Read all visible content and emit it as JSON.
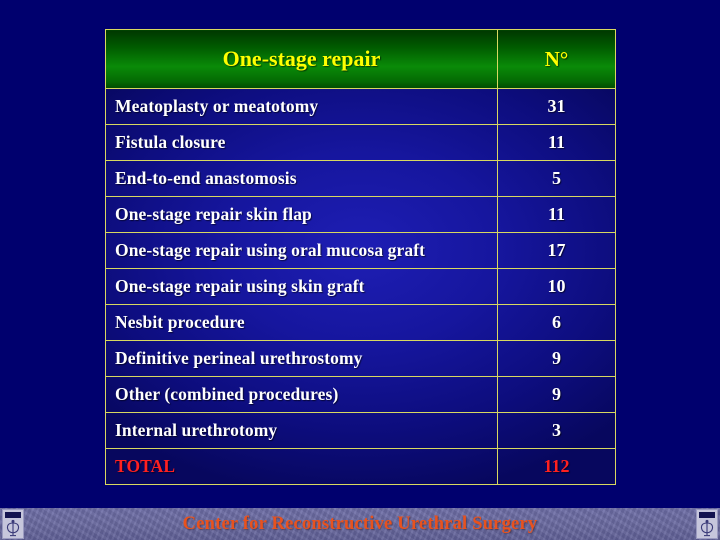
{
  "slide": {
    "background_color": "#00006e",
    "accent_header_green": "#0a8a08",
    "header_text_color": "#ffff00",
    "cell_text_color": "#ffffff",
    "total_text_color": "#ff2020",
    "border_color": "#d8d860"
  },
  "table": {
    "columns": [
      {
        "key": "procedure",
        "label": "One-stage repair"
      },
      {
        "key": "count",
        "label": "N°"
      }
    ],
    "rows": [
      {
        "procedure": "Meatoplasty or meatotomy",
        "count": "31"
      },
      {
        "procedure": "Fistula closure",
        "count": "11"
      },
      {
        "procedure": "End-to-end anastomosis",
        "count": "5"
      },
      {
        "procedure": "One-stage repair skin flap",
        "count": "11"
      },
      {
        "procedure": "One-stage repair using oral mucosa graft",
        "count": "17"
      },
      {
        "procedure": "One-stage repair using skin graft",
        "count": "10"
      },
      {
        "procedure": "Nesbit procedure",
        "count": "6"
      },
      {
        "procedure": "Definitive perineal urethrostomy",
        "count": "9"
      },
      {
        "procedure": "Other (combined procedures)",
        "count": "9"
      },
      {
        "procedure": "Internal urethrotomy",
        "count": "3"
      }
    ],
    "total": {
      "procedure": "TOTAL",
      "count": "112"
    }
  },
  "footer": {
    "title": "Center for Reconstructive Urethral Surgery",
    "title_color": "#e8521e",
    "band_color": "#6a6aa0",
    "left_logo": "urethral-surgery-emblem",
    "right_logo": "urethral-surgery-emblem"
  }
}
